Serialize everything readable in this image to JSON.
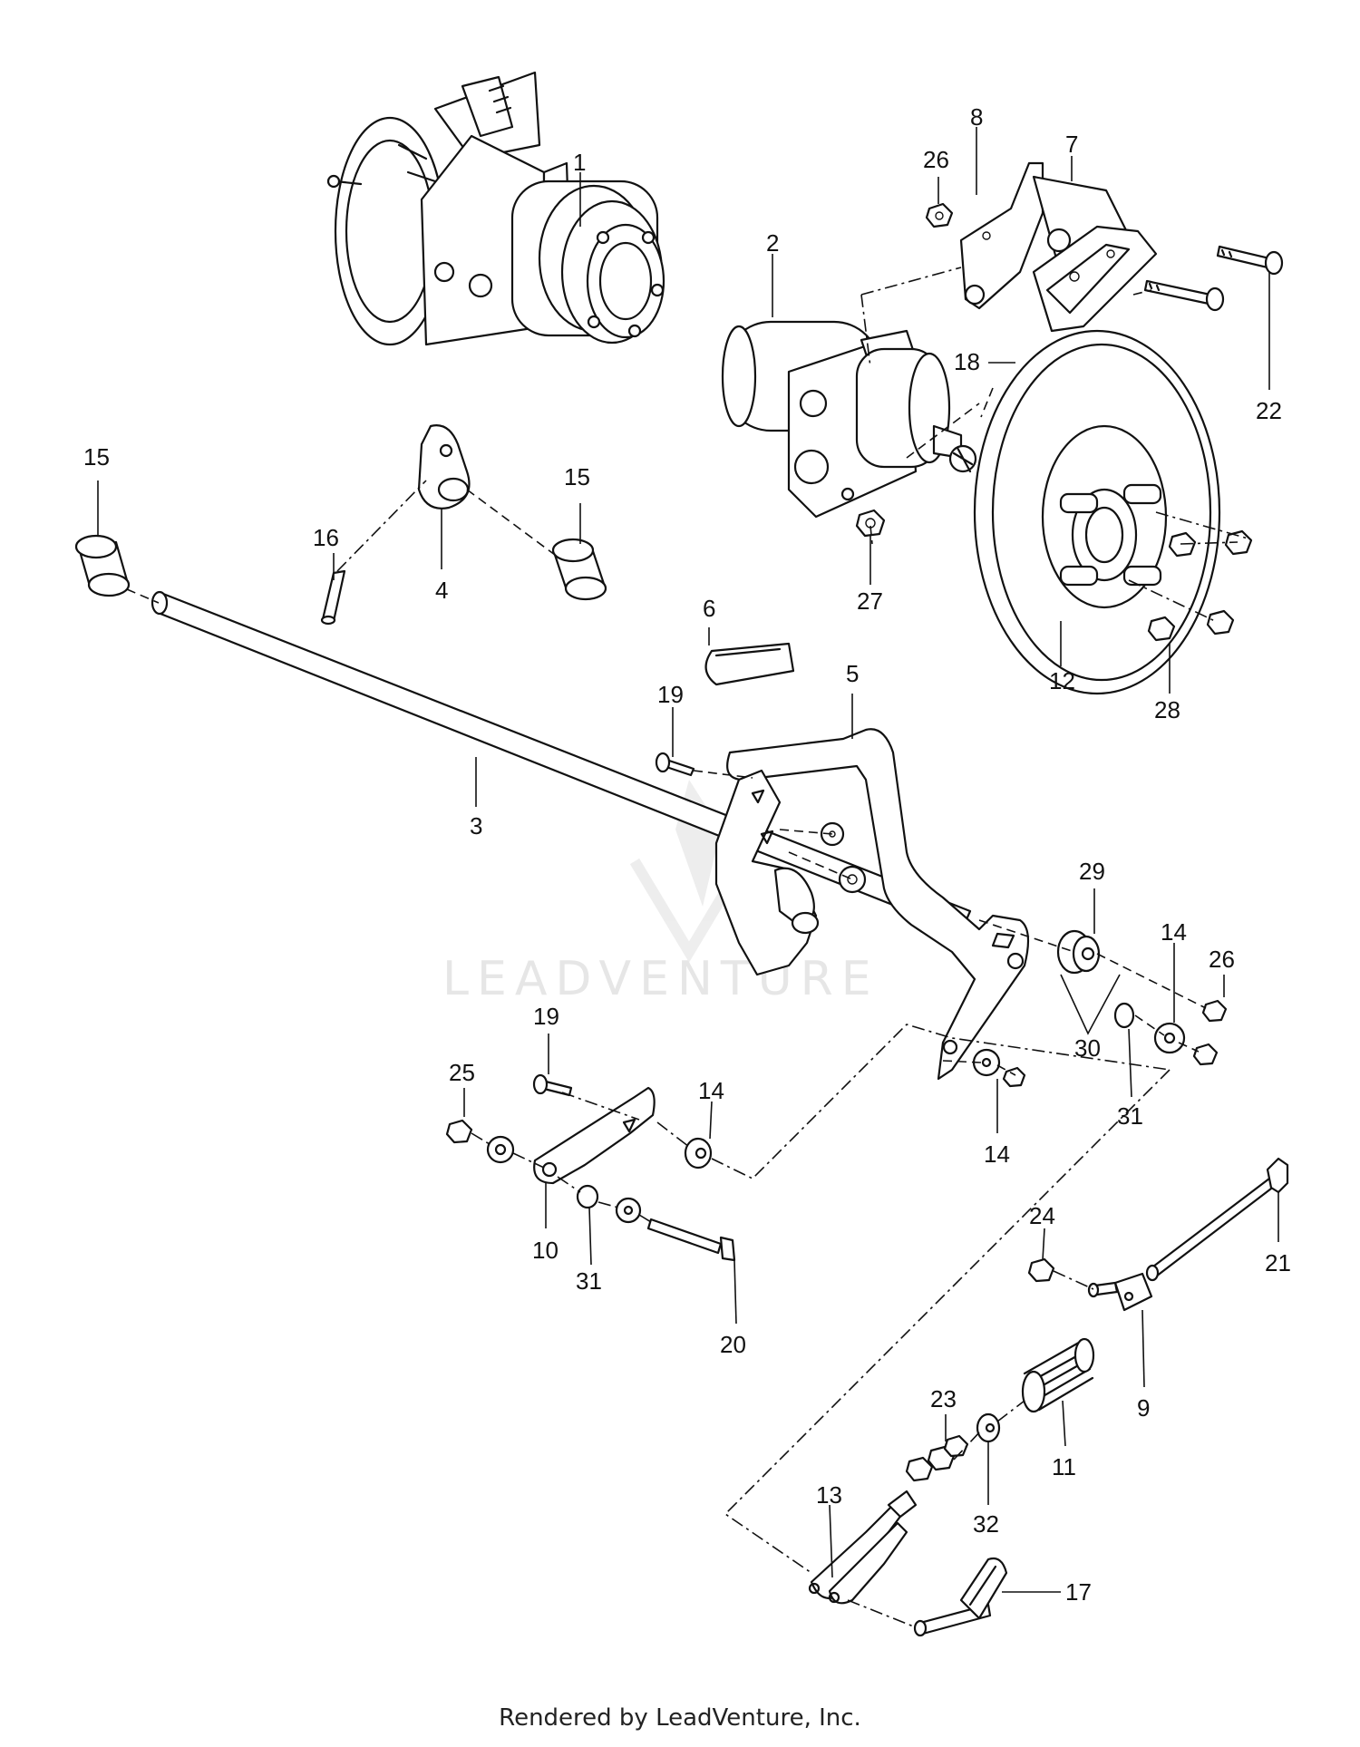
{
  "watermark": "LEADVENTURE",
  "footer": "Rendered by LeadVenture, Inc.",
  "callouts": [
    "1",
    "2",
    "3",
    "4",
    "5",
    "6",
    "7",
    "8",
    "9",
    "10",
    "11",
    "12",
    "13",
    "14",
    "15",
    "16",
    "17",
    "18",
    "19",
    "20",
    "21",
    "22",
    "23",
    "24",
    "25",
    "26",
    "27",
    "28",
    "29",
    "30",
    "31",
    "32"
  ]
}
